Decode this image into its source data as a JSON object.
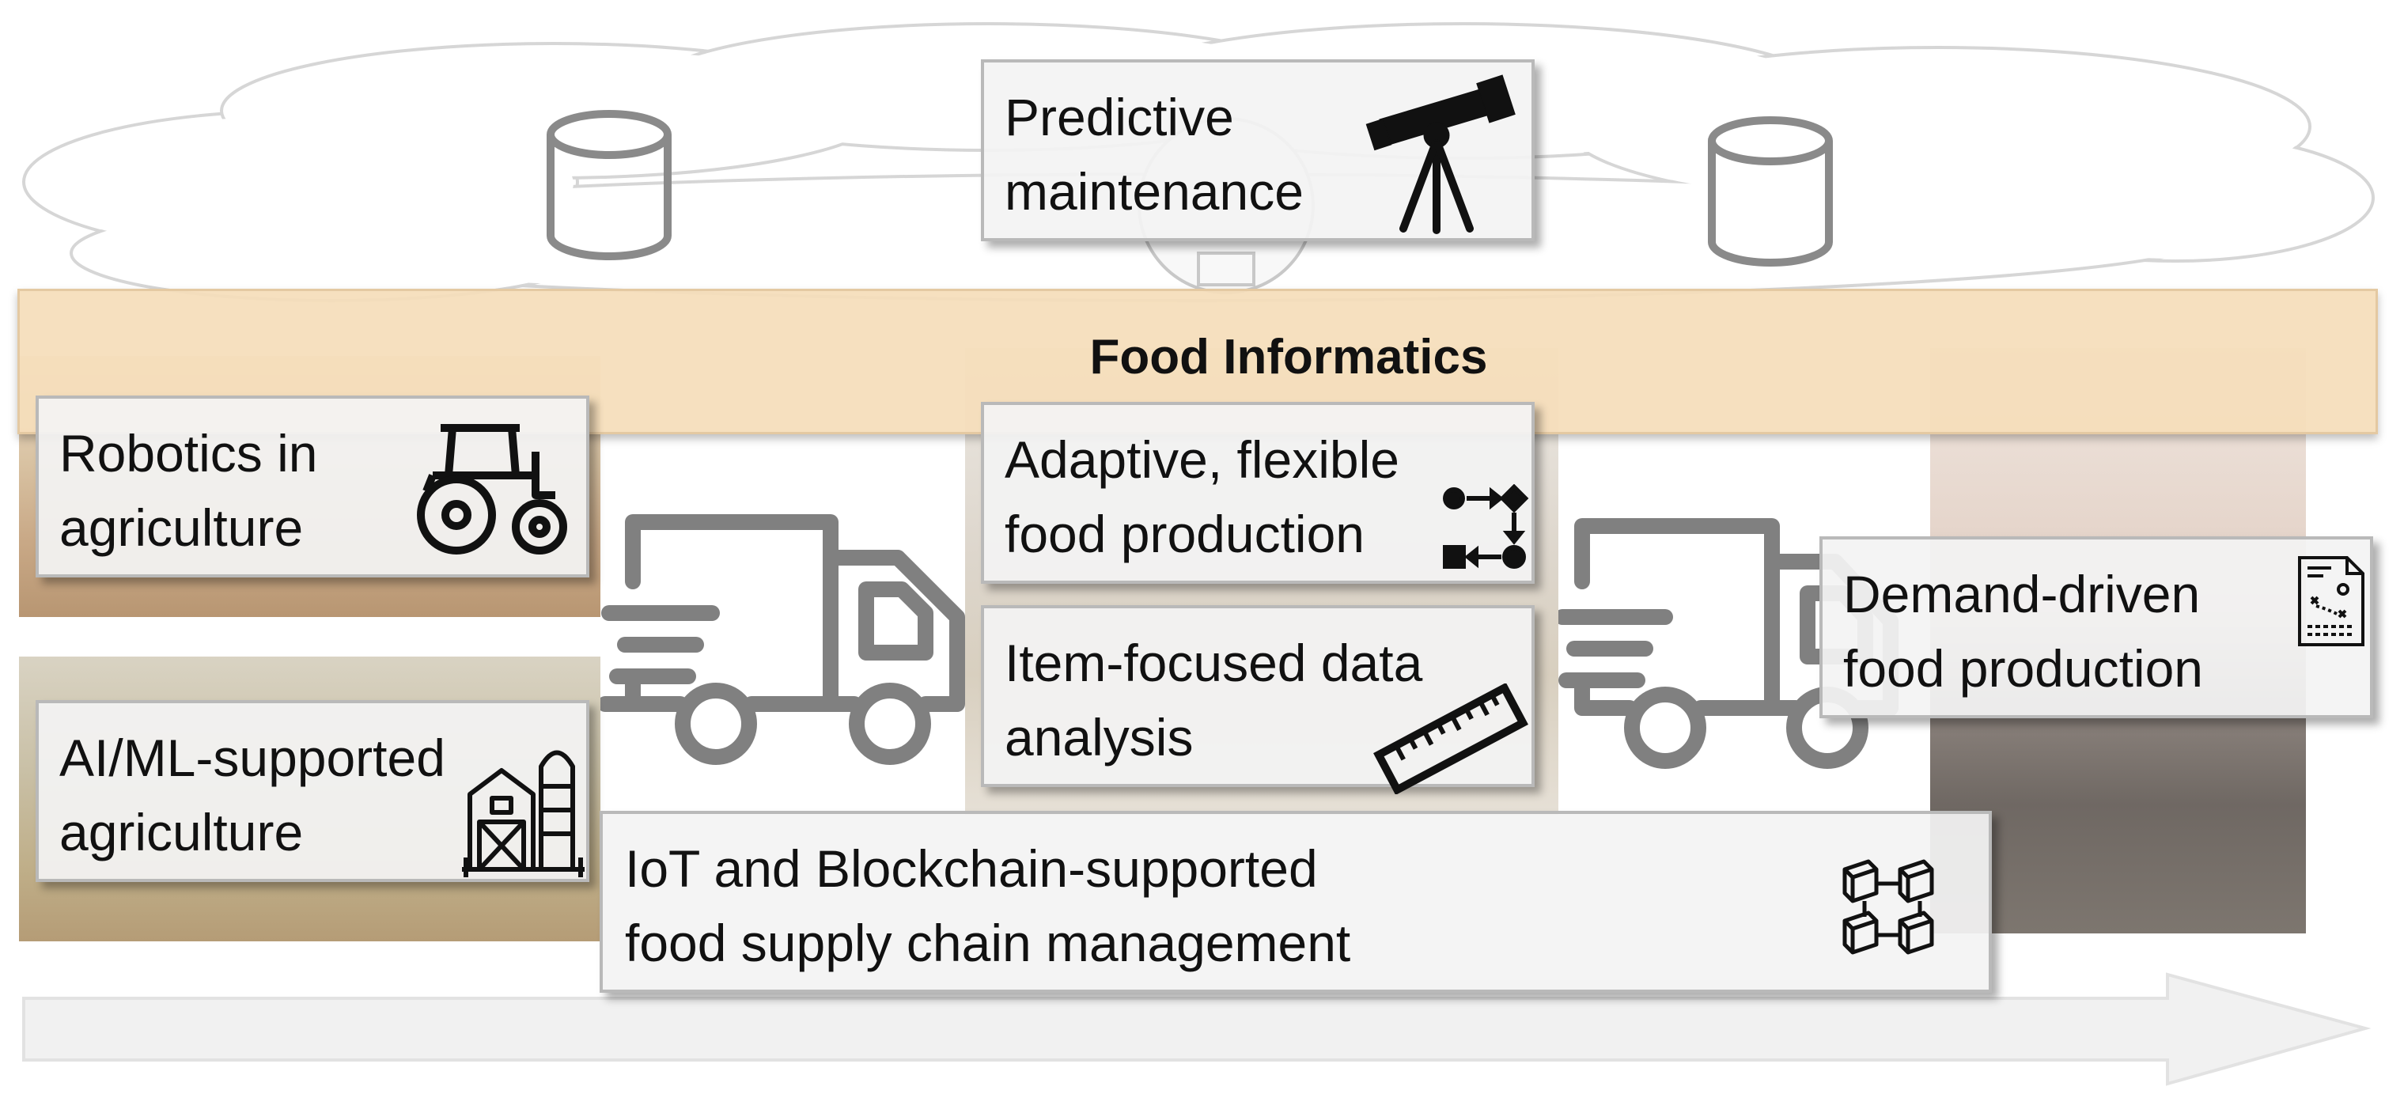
{
  "banner": {
    "title": "Food Informatics"
  },
  "boxes": {
    "predictive": {
      "line1": "Predictive",
      "line2": "maintenance",
      "icon": "telescope-icon"
    },
    "robotics": {
      "line1": "Robotics in",
      "line2": "agriculture",
      "icon": "tractor-icon"
    },
    "aiml": {
      "line1": "AI/ML-supported",
      "line2": "agriculture",
      "icon": "barn-icon"
    },
    "adaptive": {
      "line1": "Adaptive, flexible",
      "line2": "food production",
      "icon": "process-flow-icon"
    },
    "item": {
      "line1": "Item-focused data",
      "line2": "analysis",
      "icon": "ruler-icon"
    },
    "demand": {
      "line1": "Demand-driven",
      "line2": "food production",
      "icon": "strategy-document-icon"
    },
    "iot": {
      "line1": "IoT and Blockchain-supported",
      "line2": "food supply chain management",
      "icon": "blockchain-icon"
    }
  },
  "colors": {
    "banner": "#f5deba",
    "box": "#f3f3f3",
    "box_border": "#b9b9b9",
    "icon_gray": "#808080",
    "cloud": "#ffffff"
  }
}
